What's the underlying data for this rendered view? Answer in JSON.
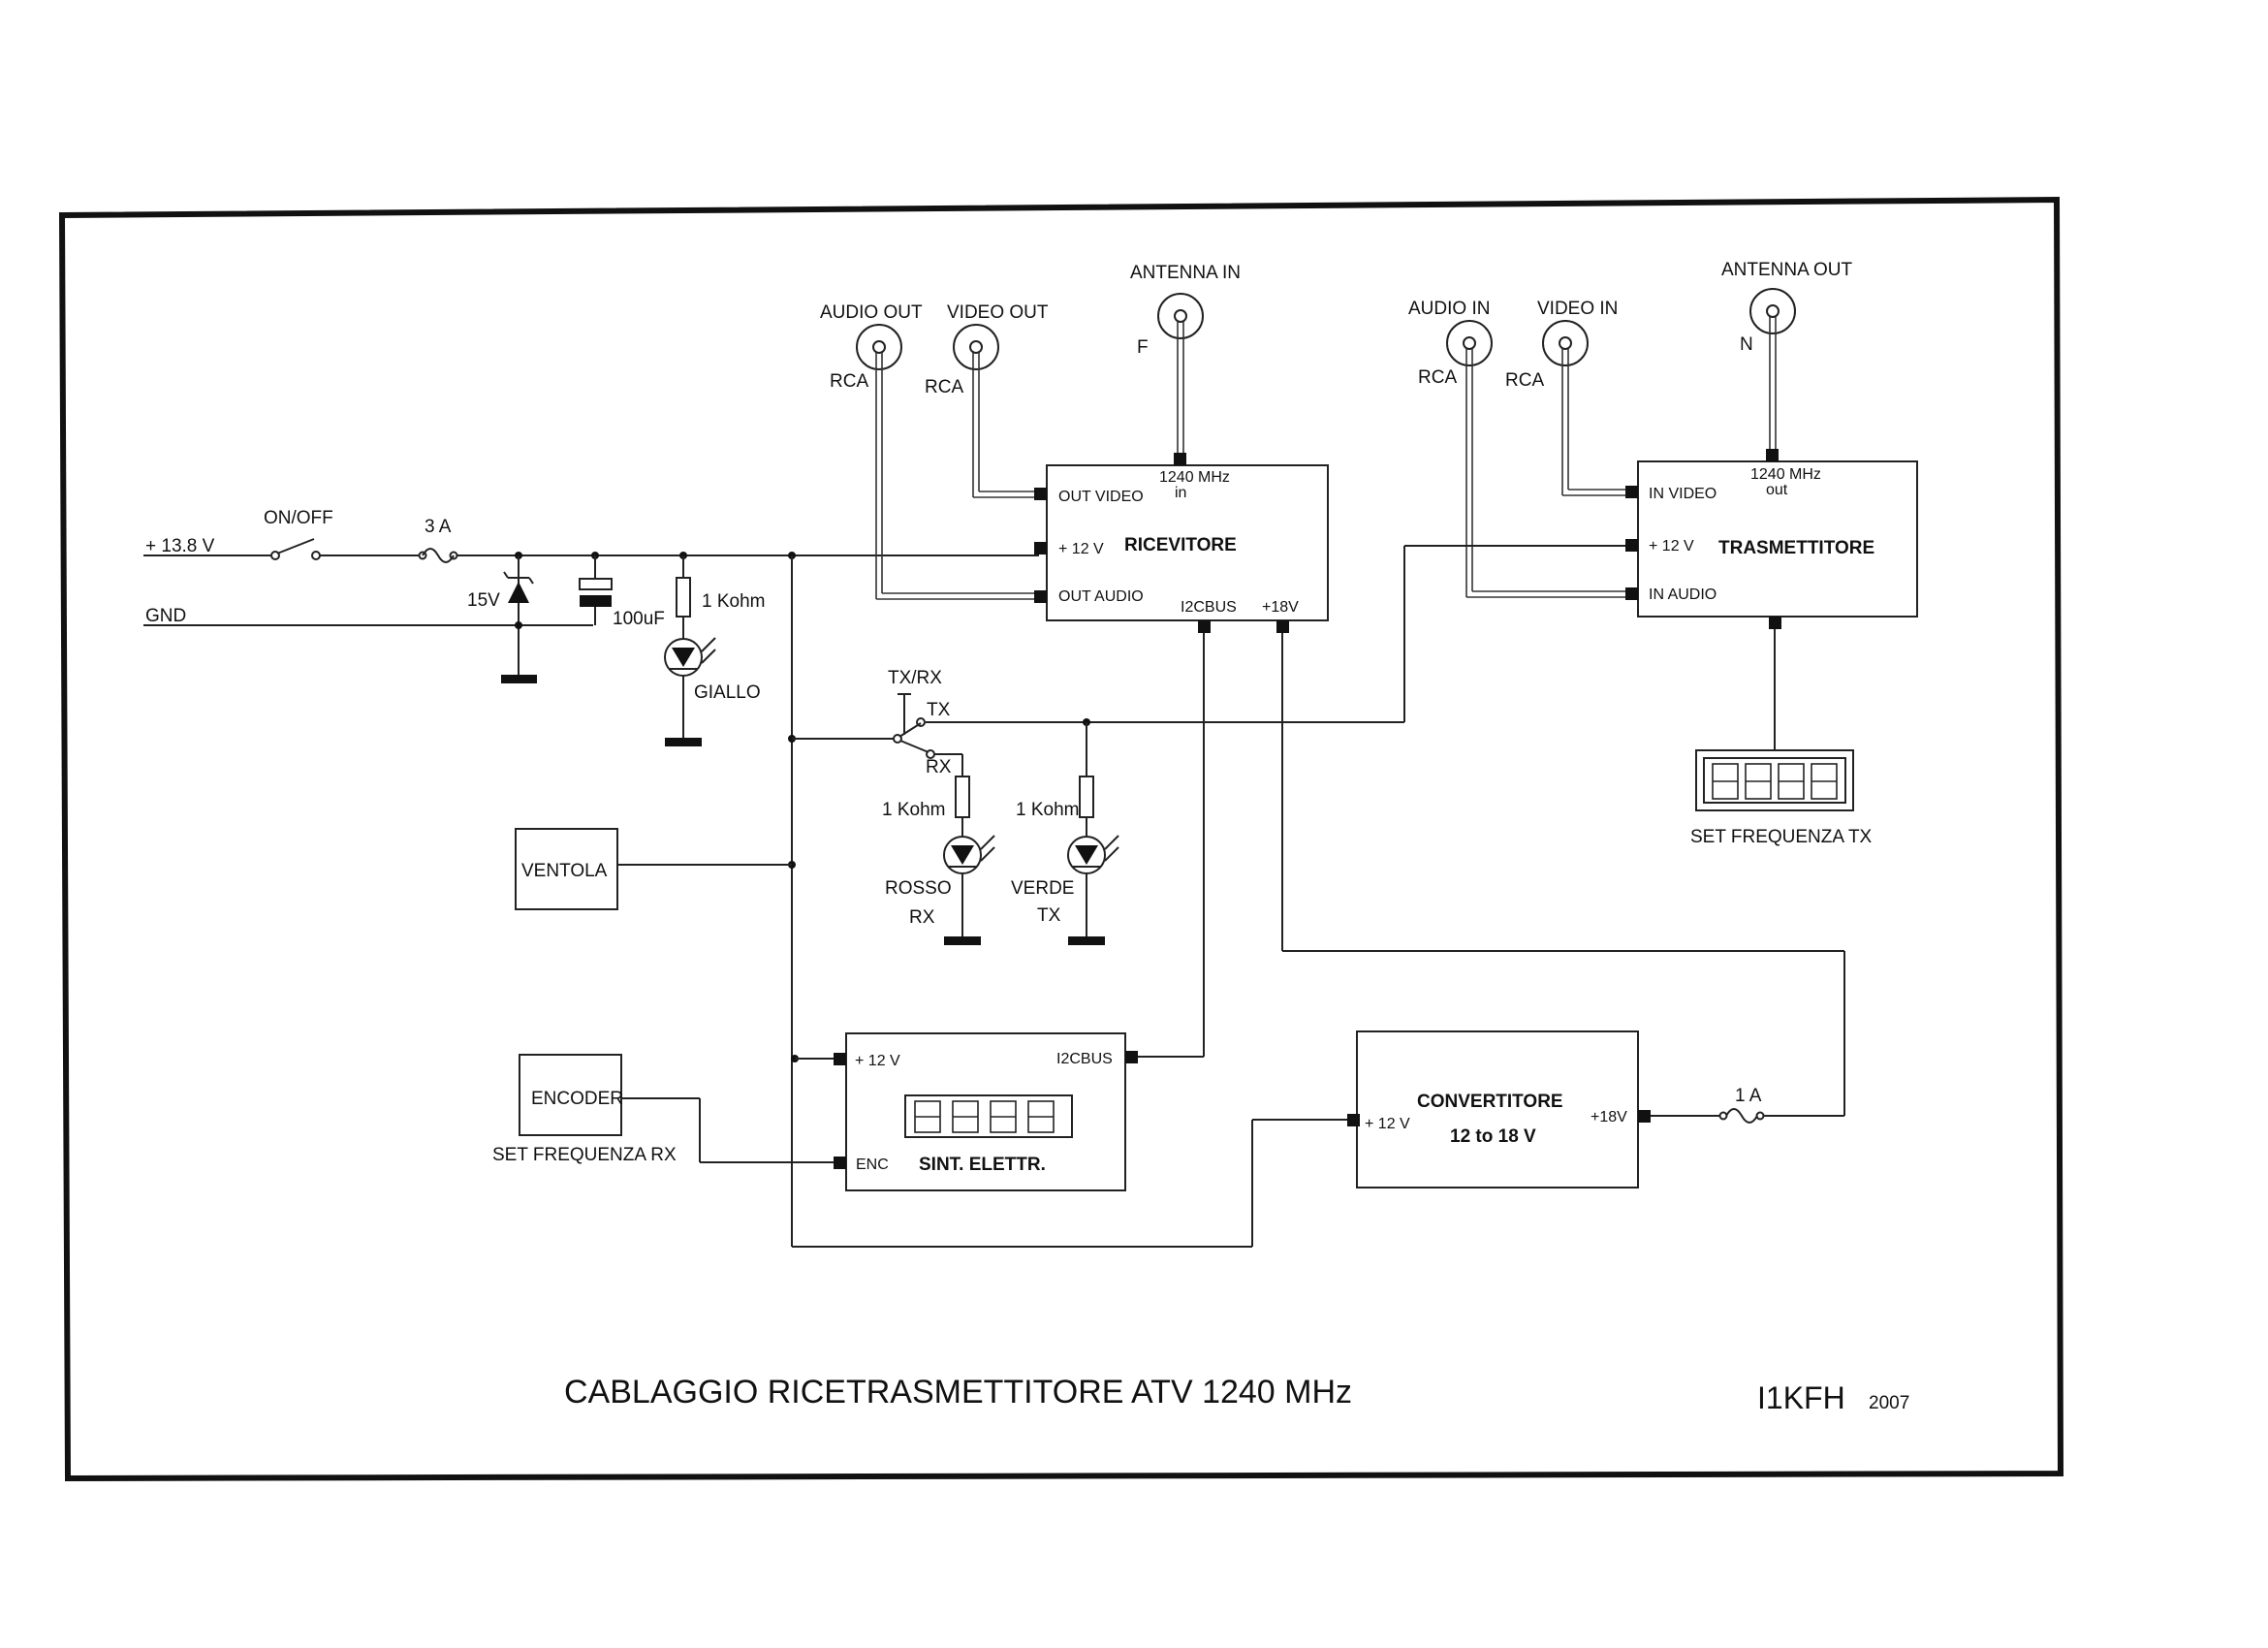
{
  "title": "CABLAGGIO RICETRASMETTITORE ATV 1240 MHz",
  "author": "I1KFH",
  "year": "2007",
  "power": {
    "plus_label": "+ 13.8 V",
    "gnd_label": "GND",
    "switch_label": "ON/OFF",
    "fuse_label": "3 A",
    "zener_label": "15V",
    "cap_label": "100uF",
    "res_label": "1 Kohm",
    "led_label": "GIALLO"
  },
  "ricevitore": {
    "name": "RICEVITORE",
    "pin_out_video": "OUT VIDEO",
    "pin_12v": "+ 12 V",
    "pin_out_audio": "OUT AUDIO",
    "pin_i2cbus": "I2CBUS",
    "pin_18v": "+18V",
    "freq": "1240 MHz",
    "freq_sub": "in",
    "audio_conn": "AUDIO OUT",
    "video_conn": "VIDEO OUT",
    "antenna_conn": "ANTENNA IN",
    "rca1": "RCA",
    "rca2": "RCA",
    "ant_type": "F"
  },
  "trasmettitore": {
    "name": "TRASMETTITORE",
    "pin_in_video": "IN VIDEO",
    "pin_12v": "+ 12 V",
    "pin_in_audio": "IN AUDIO",
    "freq": "1240 MHz",
    "freq_sub": "out",
    "audio_conn": "AUDIO IN",
    "video_conn": "VIDEO IN",
    "antenna_conn": "ANTENNA OUT",
    "rca1": "RCA",
    "rca2": "RCA",
    "ant_type": "N",
    "display_label": "SET FREQUENZA TX"
  },
  "txrx": {
    "switch_label": "TX/RX",
    "tx": "TX",
    "rx": "RX",
    "res1": "1 Kohm",
    "res2": "1 Kohm",
    "led_red": "ROSSO",
    "led_red_sub": "RX",
    "led_green": "VERDE",
    "led_green_sub": "TX"
  },
  "ventola": "VENTOLA",
  "encoder": {
    "name": "ENCODER",
    "label": "SET FREQUENZA RX"
  },
  "sint": {
    "name": "SINT. ELETTR.",
    "pin_12v": "+ 12 V",
    "pin_i2cbus": "I2CBUS",
    "pin_enc": "ENC"
  },
  "convertitore": {
    "name": "CONVERTITORE",
    "sub": "12 to 18 V",
    "pin_12v": "+ 12 V",
    "pin_18v": "+18V",
    "fuse_label": "1 A"
  }
}
